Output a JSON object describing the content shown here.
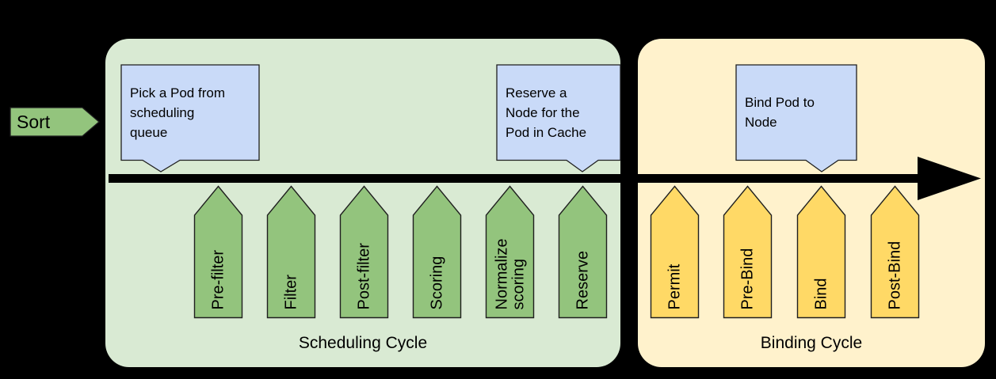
{
  "diagram": {
    "title_hint": "Scheduler framework extension points",
    "background": "#000000",
    "colors": {
      "scheduling_box": "#d9ead3",
      "binding_box": "#fff2cc",
      "green_arrow": "#93c47d",
      "yellow_arrow": "#ffd966",
      "callout_blue": "#c9daf8",
      "outline": "#1f1f1f",
      "timeline": "#000000",
      "text": "#000000"
    },
    "sort": {
      "label": "Sort"
    },
    "scheduling_cycle": {
      "label": "Scheduling Cycle",
      "callout_pick": {
        "text": "Pick a Pod from\nscheduling\nqueue"
      },
      "callout_reserve": {
        "text": "Reserve a\nNode for the\nPod in Cache"
      },
      "extension_points": [
        "Pre-filter",
        "Filter",
        "Post-filter",
        "Scoring",
        "Normalize\nscoring",
        "Reserve"
      ]
    },
    "binding_cycle": {
      "label": "Binding Cycle",
      "callout_bind": {
        "text": "Bind Pod to\nNode"
      },
      "extension_points": [
        "Permit",
        "Pre-Bind",
        "Bind",
        "Post-Bind"
      ]
    }
  }
}
